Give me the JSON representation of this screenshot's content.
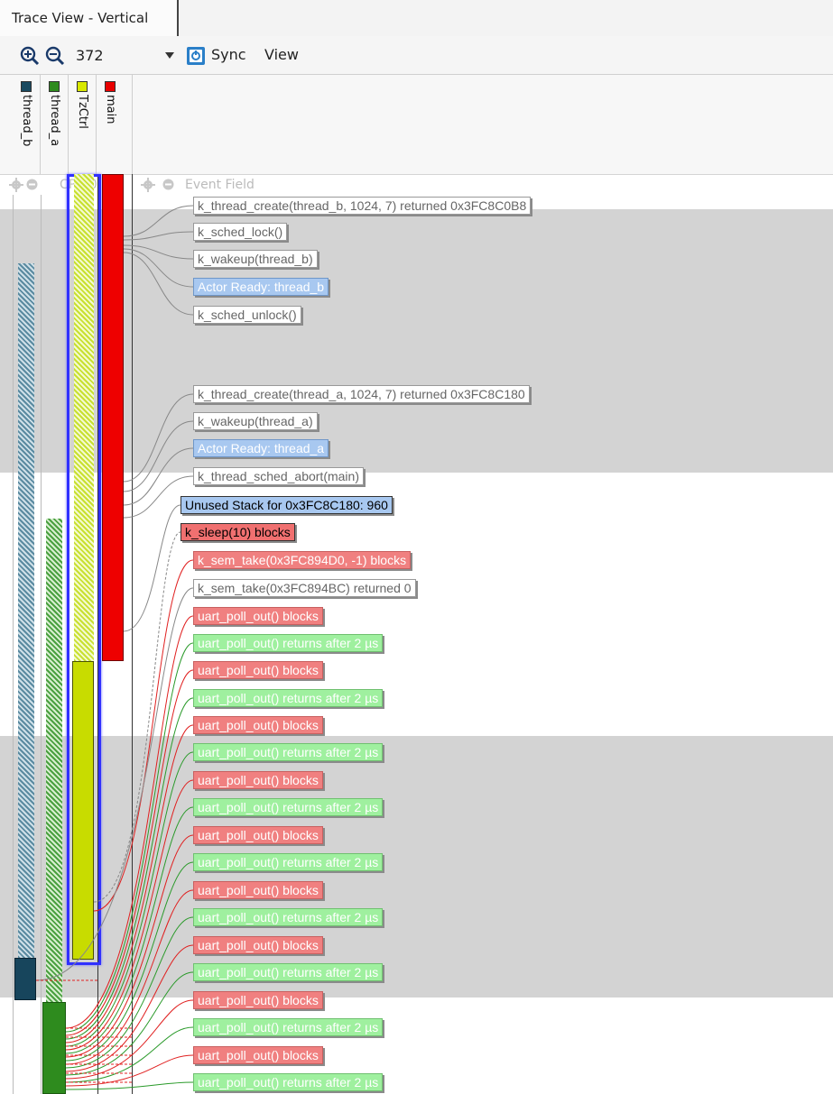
{
  "tab": {
    "title": "Trace View - Vertical"
  },
  "toolbar": {
    "zoom_value": "372",
    "sync_label": "Sync",
    "view_label": "View"
  },
  "columns": [
    {
      "label": "thread_b",
      "color": "#1a4a60"
    },
    {
      "label": "thread_a",
      "color": "#2e8b1e"
    },
    {
      "label": "TzCtrl",
      "color": "#d8e800"
    },
    {
      "label": "main",
      "color": "#e80000"
    }
  ],
  "subheader": {
    "cpu_label": "CPU 0",
    "event_field_label": "Event Field"
  },
  "events": [
    {
      "text": "k_thread_create(thread_b, 1024, 7) returned 0x3FC8C0B8",
      "style": "white"
    },
    {
      "text": "k_sched_lock()",
      "style": "white"
    },
    {
      "text": "k_wakeup(thread_b)",
      "style": "white"
    },
    {
      "text": "Actor Ready: thread_b",
      "style": "blue"
    },
    {
      "text": "k_sched_unlock()",
      "style": "white"
    },
    {
      "text": "k_thread_create(thread_a, 1024, 7) returned 0x3FC8C180",
      "style": "white"
    },
    {
      "text": "k_wakeup(thread_a)",
      "style": "white"
    },
    {
      "text": "Actor Ready: thread_a",
      "style": "blue"
    },
    {
      "text": "k_thread_sched_abort(main)",
      "style": "white"
    },
    {
      "text": "Unused Stack for 0x3FC8C180: 960",
      "style": "blue-strong"
    },
    {
      "text": "k_sleep(10) blocks",
      "style": "red-strong"
    },
    {
      "text": "k_sem_take(0x3FC894D0, -1) blocks",
      "style": "red"
    },
    {
      "text": "k_sem_take(0x3FC894BC) returned 0",
      "style": "white"
    },
    {
      "text": "uart_poll_out() blocks",
      "style": "red"
    },
    {
      "text": "uart_poll_out() returns after 2 µs",
      "style": "green"
    },
    {
      "text": "uart_poll_out() blocks",
      "style": "red"
    },
    {
      "text": "uart_poll_out() returns after 2 µs",
      "style": "green"
    },
    {
      "text": "uart_poll_out() blocks",
      "style": "red"
    },
    {
      "text": "uart_poll_out() returns after 2 µs",
      "style": "green"
    },
    {
      "text": "uart_poll_out() blocks",
      "style": "red"
    },
    {
      "text": "uart_poll_out() returns after 2 µs",
      "style": "green"
    },
    {
      "text": "uart_poll_out() blocks",
      "style": "red"
    },
    {
      "text": "uart_poll_out() returns after 2 µs",
      "style": "green"
    },
    {
      "text": "uart_poll_out() blocks",
      "style": "red"
    },
    {
      "text": "uart_poll_out() returns after 2 µs",
      "style": "green"
    },
    {
      "text": "uart_poll_out() blocks",
      "style": "red"
    },
    {
      "text": "uart_poll_out() returns after 2 µs",
      "style": "green"
    },
    {
      "text": "uart_poll_out() blocks",
      "style": "red"
    },
    {
      "text": "uart_poll_out() returns after 2 µs",
      "style": "green"
    },
    {
      "text": "uart_poll_out() blocks",
      "style": "red"
    },
    {
      "text": "uart_poll_out() returns after 2 µs",
      "style": "green"
    }
  ]
}
